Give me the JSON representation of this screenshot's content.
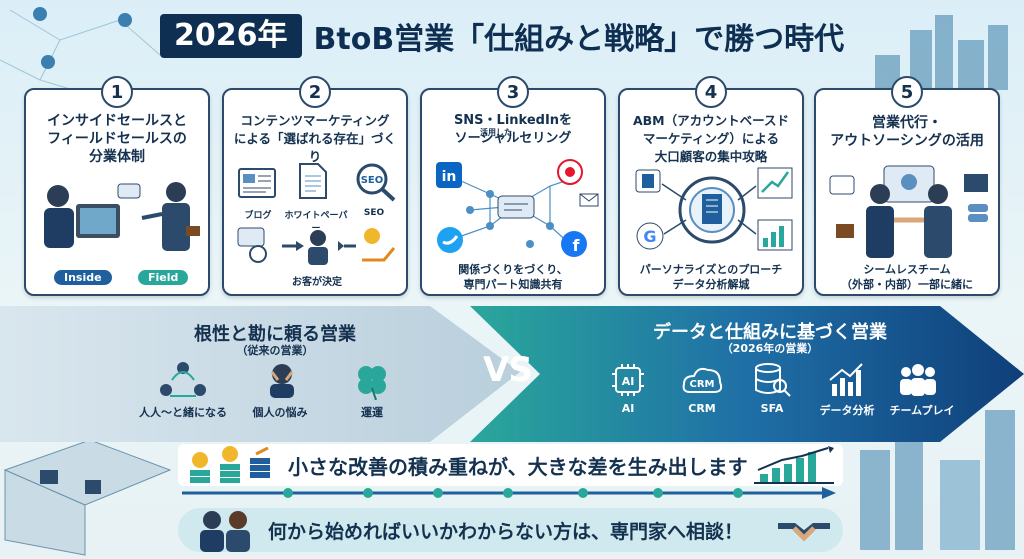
{
  "title": {
    "year": "2026年",
    "main": "BtoB営業「仕組みと戦略」で勝つ時代"
  },
  "cards": [
    {
      "num": "1",
      "title": "インサイドセールスと\nフィールドセールスの\n分業体制",
      "labels": [
        "Inside",
        "Field"
      ]
    },
    {
      "num": "2",
      "title": "コンテンツマーケティング\nによる「選ばれる存在」づくり",
      "labels": [
        "ブログ",
        "ホワイトペーパー",
        "SEO",
        "お客が決定"
      ],
      "seo_icon": "SEO"
    },
    {
      "num": "3",
      "title_a": "SNS・LinkedInを",
      "title_small": "活用した",
      "title_b": "ソーシャルセリング",
      "caption": "関係づくりをづくり、\n専門パート知識共有"
    },
    {
      "num": "4",
      "title": "ABM（アカウントベースド\nマーケティング）による\n大口顧客の集中攻略",
      "caption": "パーソナライズとのプローチ\nデータ分析解城"
    },
    {
      "num": "5",
      "title": "営業代行・\nアウトソーシングの活用",
      "caption": "シームレスチーム\n（外部・内部）一部に緒に"
    }
  ],
  "old_way": {
    "title": "根性と勘に頼る営業",
    "subtitle": "（従来の営業）",
    "items": [
      "人人〜と緒になる",
      "個人の悩み",
      "運運"
    ]
  },
  "vs": "VS",
  "new_way": {
    "title": "データと仕組みに基づく営業",
    "subtitle": "（2026年の営業）",
    "items": [
      "AI",
      "CRM",
      "SFA",
      "データ分析",
      "チームプレイ"
    ],
    "ai_icon": "AI",
    "crm_icon": "CRM"
  },
  "banner1": "小さな改善の積み重ねが、大きな差を生み出します",
  "banner2": "何から始めればいいかわからない方は、専門家へ相談！",
  "colors": {
    "navy": "#0f2f52",
    "teal": "#2aa79b",
    "blue": "#1f5f9e",
    "card_border": "#2c4a6b"
  }
}
